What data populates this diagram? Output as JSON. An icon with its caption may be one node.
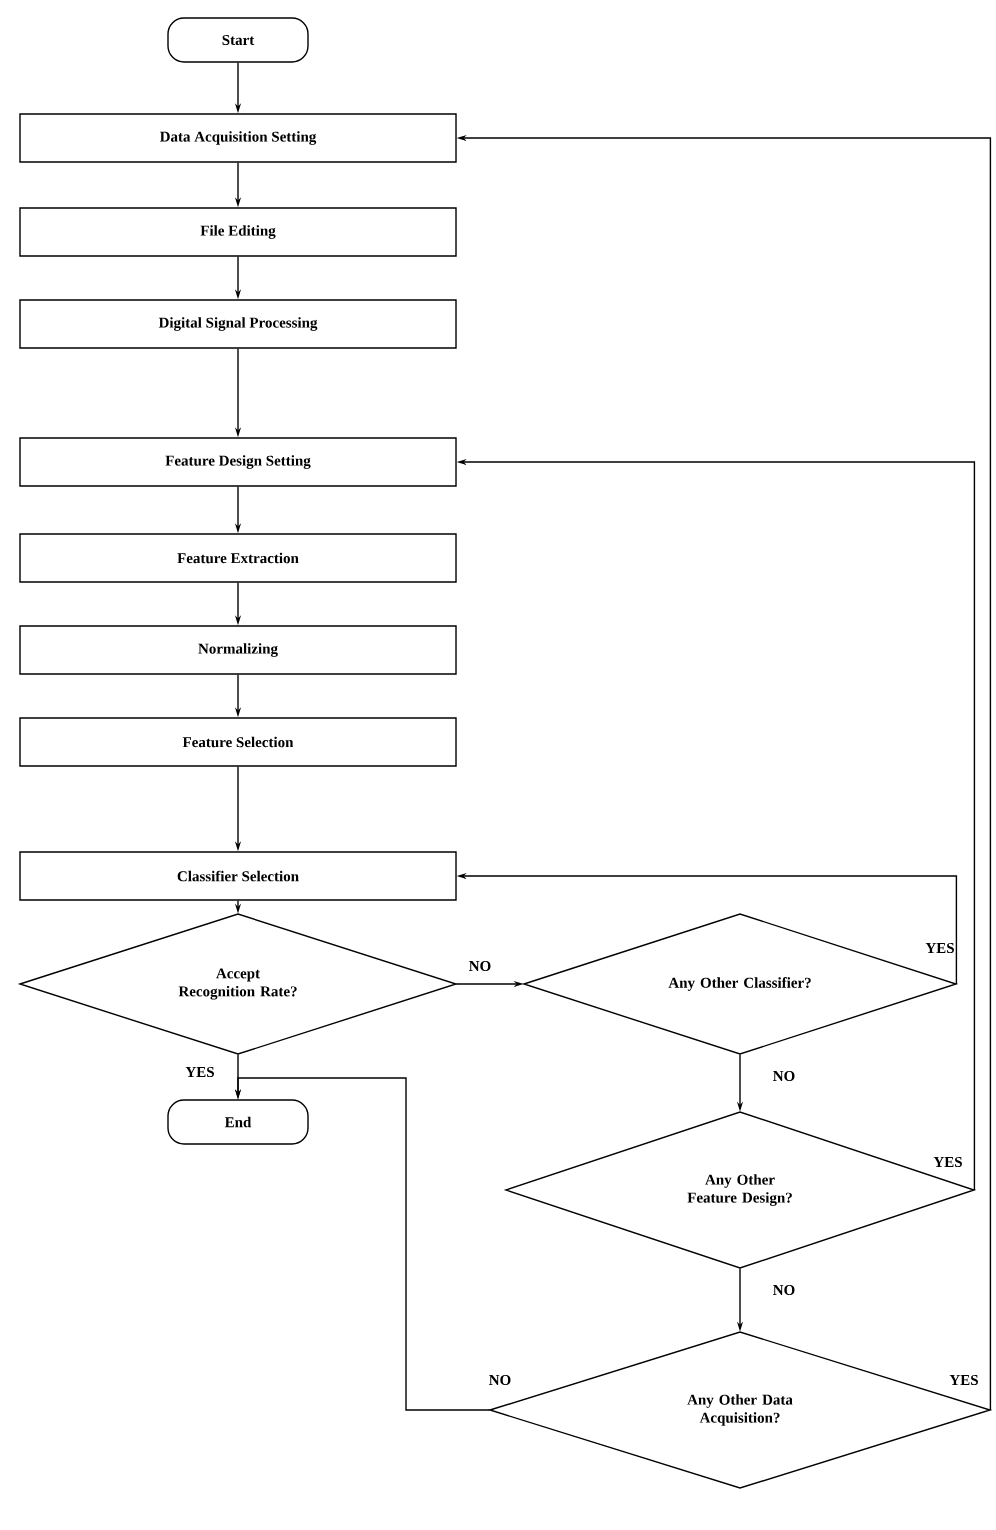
{
  "diagram": {
    "nodes": [
      {
        "text": [
          "Start"
        ]
      },
      {
        "text": [
          "Data Acquisition Setting"
        ]
      },
      {
        "text": [
          "File Editing"
        ]
      },
      {
        "text": [
          "Digital Signal Processing"
        ]
      },
      {
        "text": [
          "Feature Design Setting"
        ]
      },
      {
        "text": [
          "Feature Extraction"
        ]
      },
      {
        "text": [
          "Normalizing"
        ]
      },
      {
        "text": [
          "Feature Selection"
        ]
      },
      {
        "text": [
          "Classifier Selection"
        ]
      },
      {
        "text": [
          "Accept Recognition Rate?"
        ]
      },
      {
        "text": [
          "Any Other Classifier?"
        ]
      },
      {
        "text": [
          "End"
        ]
      },
      {
        "text": [
          "Any Other Feature Design?"
        ]
      },
      {
        "text": [
          "Any Other Data Acquisition?"
        ]
      }
    ],
    "edges": [
      {
        "from": 0,
        "to": 1,
        "arrow": "to"
      },
      {
        "from": 1,
        "to": 2,
        "arrow": "to"
      },
      {
        "from": 2,
        "to": 3,
        "arrow": "to"
      },
      {
        "from": 3,
        "to": 4,
        "arrow": "to"
      },
      {
        "from": 4,
        "to": 5,
        "arrow": "to"
      },
      {
        "from": 5,
        "to": 6,
        "arrow": "to"
      },
      {
        "from": 6,
        "to": 7,
        "arrow": "to"
      },
      {
        "from": 7,
        "to": 8,
        "arrow": "to"
      },
      {
        "from": 8,
        "to": 9,
        "arrow": "to"
      },
      {
        "from": 9,
        "to": 10,
        "arrow": "to",
        "label": "NO"
      },
      {
        "from": 9,
        "to": 11,
        "arrow": "to",
        "label": "YES"
      },
      {
        "from": 10,
        "to": 8,
        "arrow": "to",
        "label": "YES"
      },
      {
        "from": 10,
        "to": 12,
        "arrow": "to",
        "label": "NO"
      },
      {
        "from": 12,
        "to": 4,
        "arrow": "to",
        "label": "YES"
      },
      {
        "from": 12,
        "to": 13,
        "arrow": "to",
        "label": "NO"
      },
      {
        "from": 13,
        "to": 1,
        "arrow": "to",
        "label": "YES"
      },
      {
        "from": 13,
        "to": 11,
        "arrow": "to",
        "label": "NO"
      }
    ]
  }
}
